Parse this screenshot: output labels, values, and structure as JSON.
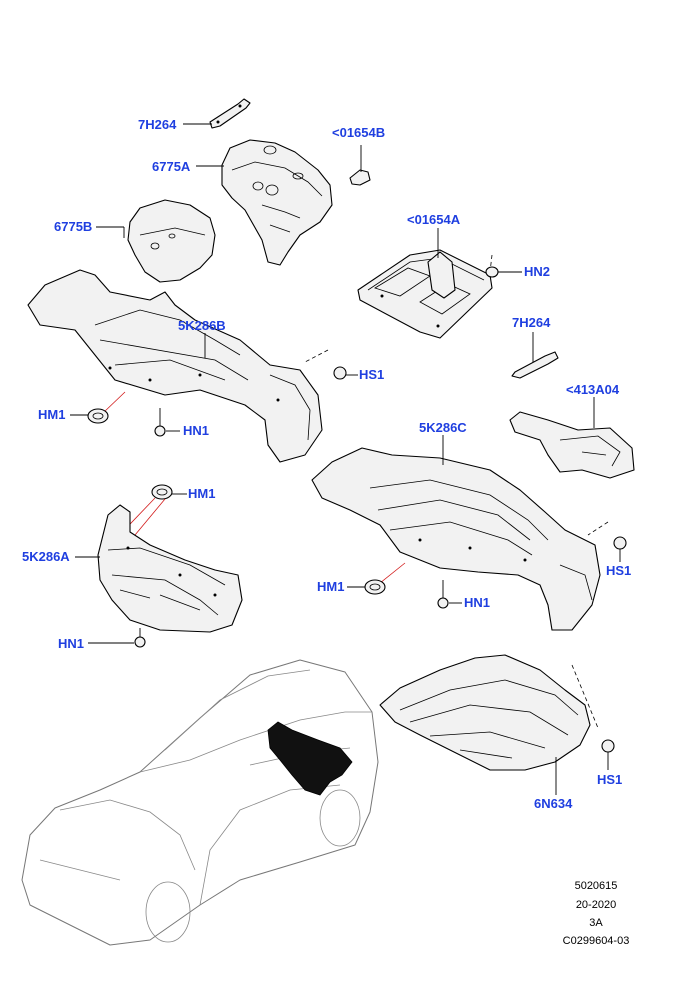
{
  "callouts": {
    "c_7h264_top": "7H264",
    "c_6775a": "6775A",
    "c_01654b": "<01654B",
    "c_6775b": "6775B",
    "c_01654a": "<01654A",
    "c_hn2": "HN2",
    "c_5k286b": "5K286B",
    "c_7h264_mid": "7H264",
    "c_hs1_top": "HS1",
    "c_413a04": "<413A04",
    "c_hm1_left": "HM1",
    "c_hn1_left": "HN1",
    "c_5k286c": "5K286C",
    "c_hm1_mid": "HM1",
    "c_5k286a": "5K286A",
    "c_hs1_mid": "HS1",
    "c_hm1_right": "HM1",
    "c_hn1_right": "HN1",
    "c_hn1_bottom": "HN1",
    "c_hs1_bottom": "HS1",
    "c_6n634": "6N634"
  },
  "reference": {
    "line1": "5020615",
    "line2": "20-2020",
    "line3": "3A",
    "line4": "C0299604-03"
  },
  "colors": {
    "callout": "#1f3fe0",
    "leader_red": "#d21a1a",
    "part_fill": "#f2f2f2",
    "highlight": "#111111"
  }
}
